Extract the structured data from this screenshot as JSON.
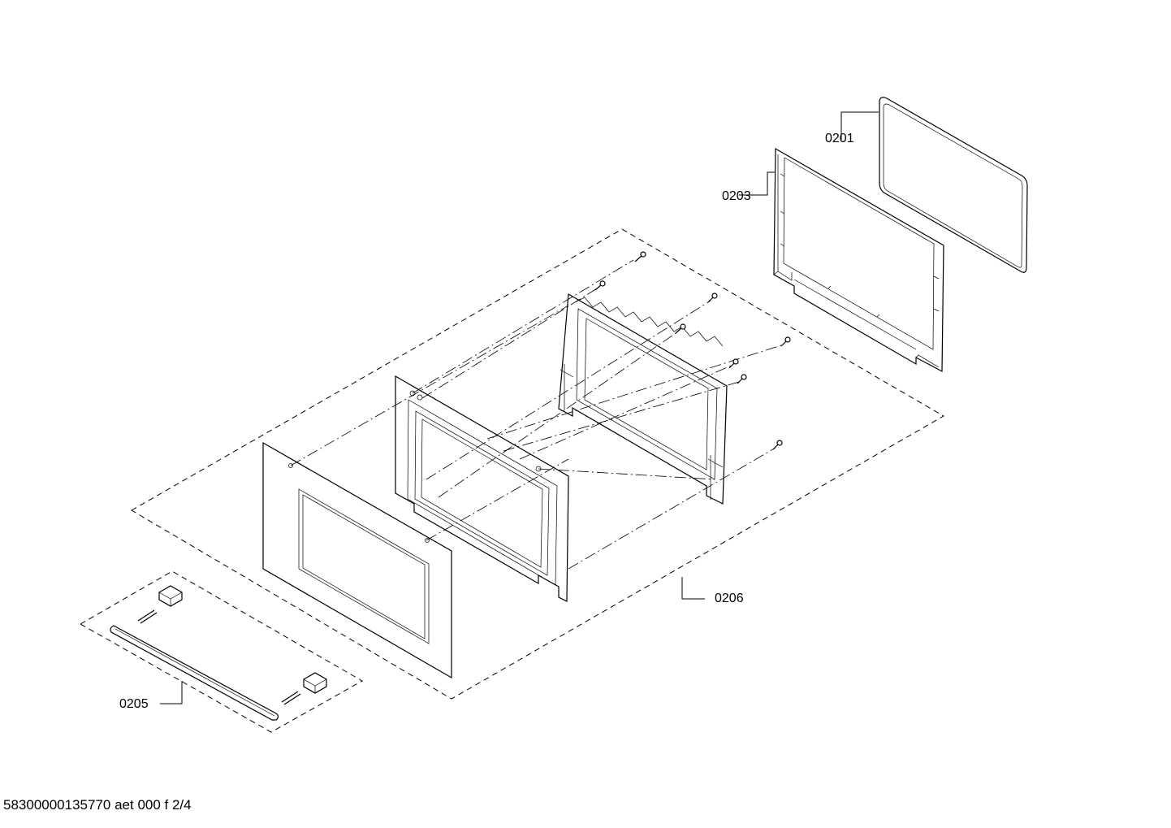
{
  "diagram": {
    "part_labels": {
      "p0201": "0201",
      "p0203": "0203",
      "p0205": "0205",
      "p0206": "0206"
    },
    "document_id": "58300000135770 aet 000 f 2/4"
  }
}
